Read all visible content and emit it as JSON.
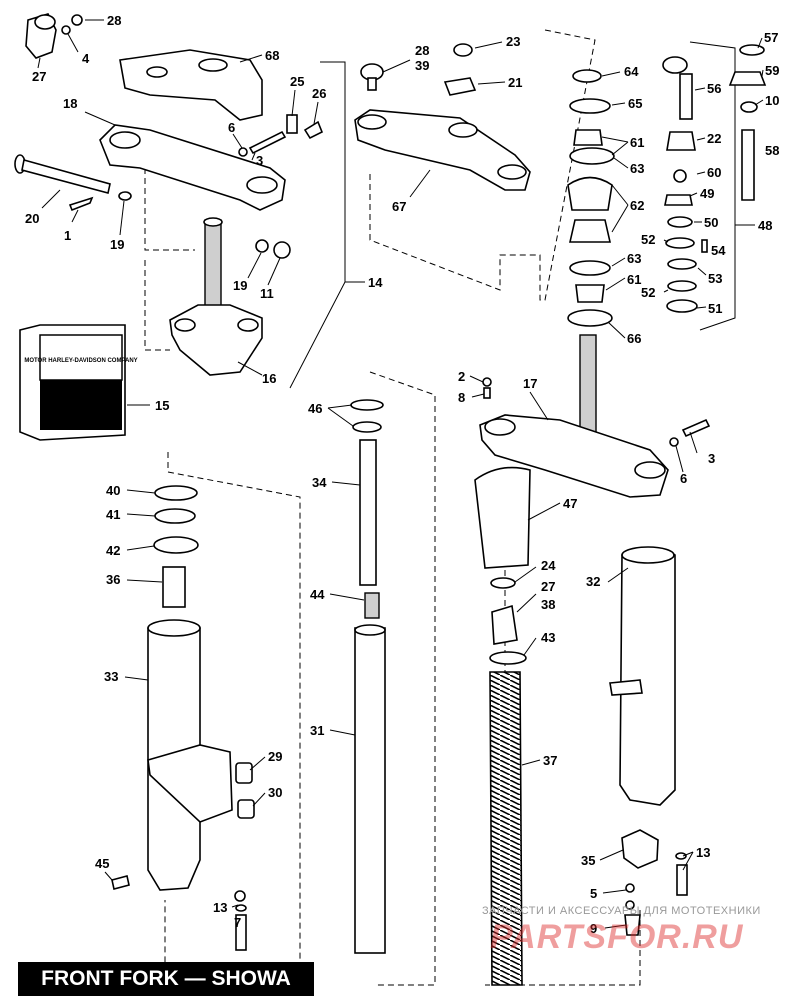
{
  "title": "FRONT FORK — SHOWA",
  "watermark": {
    "tagline": "ЗАПЧАСТИ И АКСЕССУАРЫ ДЛЯ МОТОТЕХНИКИ",
    "logo": "PARTSFOR.RU"
  },
  "logo_box_text": "MOTOR HARLEY-DAVIDSON COMPANY",
  "callouts": [
    {
      "id": "c28a",
      "label": "28"
    },
    {
      "id": "c4",
      "label": "4"
    },
    {
      "id": "c27a",
      "label": "27"
    },
    {
      "id": "c68",
      "label": "68"
    },
    {
      "id": "c18",
      "label": "18"
    },
    {
      "id": "c25",
      "label": "25"
    },
    {
      "id": "c26",
      "label": "26"
    },
    {
      "id": "c6a",
      "label": "6"
    },
    {
      "id": "c3a",
      "label": "3"
    },
    {
      "id": "c20",
      "label": "20"
    },
    {
      "id": "c1",
      "label": "1"
    },
    {
      "id": "c19a",
      "label": "19"
    },
    {
      "id": "c19b",
      "label": "19"
    },
    {
      "id": "c11",
      "label": "11"
    },
    {
      "id": "c14",
      "label": "14"
    },
    {
      "id": "c16",
      "label": "16"
    },
    {
      "id": "c15",
      "label": "15"
    },
    {
      "id": "c2839a",
      "label": "28"
    },
    {
      "id": "c2839b",
      "label": "39"
    },
    {
      "id": "c23",
      "label": "23"
    },
    {
      "id": "c21",
      "label": "21"
    },
    {
      "id": "c67",
      "label": "67"
    },
    {
      "id": "c64",
      "label": "64"
    },
    {
      "id": "c65",
      "label": "65"
    },
    {
      "id": "c61a",
      "label": "61"
    },
    {
      "id": "c63a",
      "label": "63"
    },
    {
      "id": "c62",
      "label": "62"
    },
    {
      "id": "c63b",
      "label": "63"
    },
    {
      "id": "c61b",
      "label": "61"
    },
    {
      "id": "c66",
      "label": "66"
    },
    {
      "id": "c57",
      "label": "57"
    },
    {
      "id": "c59",
      "label": "59"
    },
    {
      "id": "c56",
      "label": "56"
    },
    {
      "id": "c10",
      "label": "10"
    },
    {
      "id": "c22",
      "label": "22"
    },
    {
      "id": "c58",
      "label": "58"
    },
    {
      "id": "c60",
      "label": "60"
    },
    {
      "id": "c49",
      "label": "49"
    },
    {
      "id": "c50",
      "label": "50"
    },
    {
      "id": "c48",
      "label": "48"
    },
    {
      "id": "c52a",
      "label": "52"
    },
    {
      "id": "c54",
      "label": "54"
    },
    {
      "id": "c53",
      "label": "53"
    },
    {
      "id": "c52b",
      "label": "52"
    },
    {
      "id": "c51",
      "label": "51"
    },
    {
      "id": "c2",
      "label": "2"
    },
    {
      "id": "c8",
      "label": "8"
    },
    {
      "id": "c17",
      "label": "17"
    },
    {
      "id": "c3b",
      "label": "3"
    },
    {
      "id": "c6b",
      "label": "6"
    },
    {
      "id": "c46",
      "label": "46"
    },
    {
      "id": "c40",
      "label": "40"
    },
    {
      "id": "c41",
      "label": "41"
    },
    {
      "id": "c42",
      "label": "42"
    },
    {
      "id": "c36",
      "label": "36"
    },
    {
      "id": "c34",
      "label": "34"
    },
    {
      "id": "c47",
      "label": "47"
    },
    {
      "id": "c24",
      "label": "24"
    },
    {
      "id": "c27b",
      "label": "27"
    },
    {
      "id": "c38",
      "label": "38"
    },
    {
      "id": "c43",
      "label": "43"
    },
    {
      "id": "c32",
      "label": "32"
    },
    {
      "id": "c44",
      "label": "44"
    },
    {
      "id": "c33",
      "label": "33"
    },
    {
      "id": "c31",
      "label": "31"
    },
    {
      "id": "c37",
      "label": "37"
    },
    {
      "id": "c29",
      "label": "29"
    },
    {
      "id": "c30",
      "label": "30"
    },
    {
      "id": "c45",
      "label": "45"
    },
    {
      "id": "c13a",
      "label": "13"
    },
    {
      "id": "c7",
      "label": "7"
    },
    {
      "id": "c35",
      "label": "35"
    },
    {
      "id": "c13b",
      "label": "13"
    },
    {
      "id": "c5",
      "label": "5"
    },
    {
      "id": "c9",
      "label": "9"
    }
  ]
}
